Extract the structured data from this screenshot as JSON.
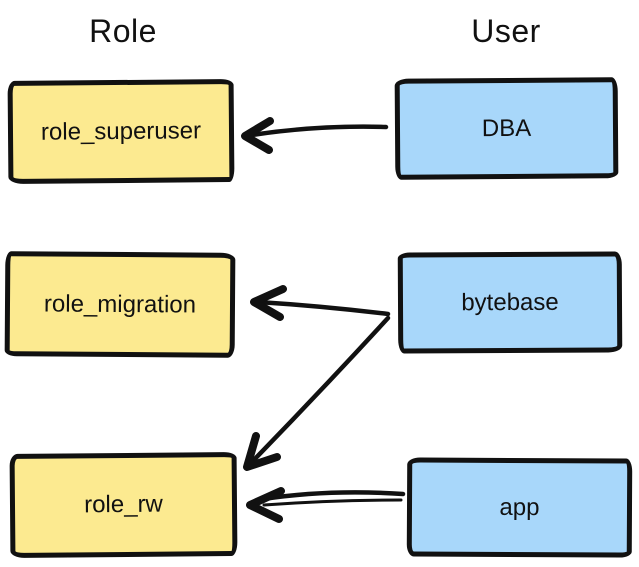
{
  "diagram": {
    "background": "#ffffff",
    "stroke_color": "#111111",
    "columns": [
      {
        "id": "role",
        "title": "Role"
      },
      {
        "id": "user",
        "title": "User"
      }
    ],
    "nodes": [
      {
        "id": "role_superuser",
        "label": "role_superuser",
        "column": "role",
        "fill": "#fcea90"
      },
      {
        "id": "role_migration",
        "label": "role_migration",
        "column": "role",
        "fill": "#fcea90"
      },
      {
        "id": "role_rw",
        "label": "role_rw",
        "column": "role",
        "fill": "#fcea90"
      },
      {
        "id": "dba",
        "label": "DBA",
        "column": "user",
        "fill": "#a8d7fa"
      },
      {
        "id": "bytebase",
        "label": "bytebase",
        "column": "user",
        "fill": "#a8d7fa"
      },
      {
        "id": "app",
        "label": "app",
        "column": "user",
        "fill": "#a8d7fa"
      }
    ],
    "edges": [
      {
        "from": "DBA",
        "to": "role_superuser"
      },
      {
        "from": "bytebase",
        "to": "role_migration"
      },
      {
        "from": "bytebase",
        "to": "role_rw"
      },
      {
        "from": "app",
        "to": "role_rw"
      }
    ]
  }
}
